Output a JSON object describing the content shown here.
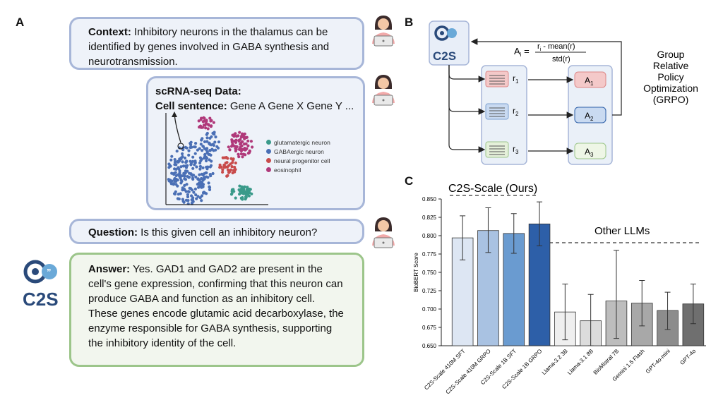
{
  "panel_a": {
    "letter": "A",
    "context": {
      "label": "Context:",
      "text": " Inhibitory neurons in the thalamus can be identified by genes involved in GABA synthesis and neurotransmission."
    },
    "data": {
      "label1": "scRNA-seq Data:",
      "label2": "Cell sentence:",
      "text": " Gene A Gene X Gene Y ..."
    },
    "legend": [
      {
        "label": "glutamatergic neuron",
        "color": "#3a9a8a"
      },
      {
        "label": "GABAergic neuron",
        "color": "#4a6fb5"
      },
      {
        "label": "neural progenitor cell",
        "color": "#c84b4b"
      },
      {
        "label": "eosinophil",
        "color": "#b0397a"
      }
    ],
    "question": {
      "label": "Question:",
      "text": " Is this given cell an inhibitory neuron?"
    },
    "answer": {
      "label": "Answer:",
      "text": " Yes. GAD1 and GAD2 are present in the cell's gene expression, confirming that this neuron can produce GABA and function as an inhibitory cell. These genes encode glutamic acid decarboxylase, the enzyme responsible for GABA synthesis, supporting the inhibitory identity of the cell."
    },
    "logo_text": "C2S"
  },
  "panel_b": {
    "letter": "B",
    "logo_text": "C2S",
    "formula_lhs": "A",
    "formula_lhs_sub": "i",
    "formula_num": "r",
    "formula_num_sub": "i",
    "formula_num_rest": " - mean(r)",
    "formula_den": "std(r)",
    "rewards": [
      "r",
      "r",
      "r"
    ],
    "reward_subs": [
      "1",
      "2",
      "3"
    ],
    "advantages": [
      "A",
      "A",
      "A"
    ],
    "advantage_subs": [
      "1",
      "2",
      "3"
    ],
    "grpo_label": [
      "Group",
      "Relative",
      "Policy",
      "Optimization",
      "(GRPO)"
    ]
  },
  "panel_c": {
    "letter": "C",
    "group1_label": "C2S-Scale (Ours)",
    "group2_label": "Other LLMs"
  },
  "chart_data": {
    "type": "bar",
    "ylabel": "BioBERT Score",
    "ylim": [
      0.65,
      0.85
    ],
    "yticks": [
      "0.650",
      "0.675",
      "0.700",
      "0.725",
      "0.750",
      "0.775",
      "0.800",
      "0.825",
      "0.850"
    ],
    "categories": [
      "C2S-Scale 410M SFT",
      "C2S-Scale 410M GRPO",
      "C2S-Scale 1B SFT",
      "C2S-Scale 1B GRPO",
      "Llama-3.2 3B",
      "Llama-3.1 8B",
      "BioMistral 7B",
      "Gemini 1.5 Flash",
      "GPT-4o-mini",
      "GPT-4o"
    ],
    "values": [
      0.797,
      0.807,
      0.803,
      0.816,
      0.696,
      0.684,
      0.711,
      0.708,
      0.698,
      0.707
    ],
    "error_low": [
      0.767,
      0.777,
      0.776,
      0.786,
      0.658,
      0.65,
      0.66,
      0.677,
      0.672,
      0.68
    ],
    "error_high": [
      0.827,
      0.838,
      0.83,
      0.846,
      0.734,
      0.72,
      0.78,
      0.739,
      0.723,
      0.734
    ],
    "colors": [
      "#dde6f3",
      "#a9c2e2",
      "#6a9bd0",
      "#2d5fa8",
      "#efefef",
      "#dcdcdc",
      "#bdbdbd",
      "#a8a8a8",
      "#8c8c8c",
      "#6f6f6f"
    ]
  }
}
